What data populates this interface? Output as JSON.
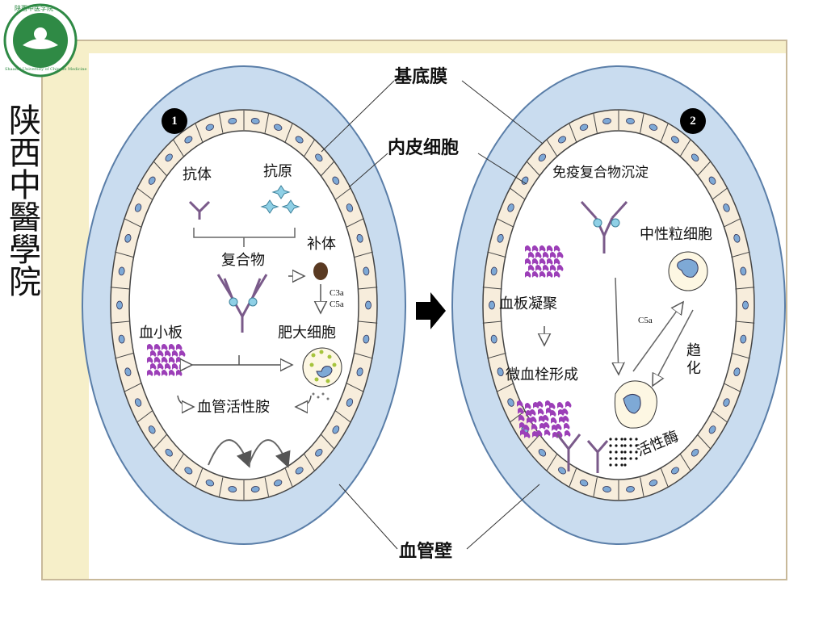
{
  "school": {
    "name": "陕西中醫學院",
    "logo_text": "陕西中医学院",
    "logo_text_en": "Shaanxi University of Chinese Medicine"
  },
  "labels": {
    "basement_membrane": "基底膜",
    "endothelial_cell": "内皮细胞",
    "vessel_wall": "血管壁"
  },
  "panel1": {
    "badge": "1",
    "antibody": "抗体",
    "antigen": "抗原",
    "complex": "复合物",
    "complement": "补体",
    "c3a_c5a": "C3a\nC5a",
    "platelet": "血小板",
    "mast_cell": "肥大细胞",
    "vasoactive_amine": "血管活性胺"
  },
  "panel2": {
    "badge": "2",
    "immune_deposit": "免疫复合物沉淀",
    "neutrophil": "中性粒细胞",
    "platelet_aggregation": "血板凝聚",
    "c5a": "C5a",
    "chemotaxis": "趋化",
    "microthrombus": "微血栓形成",
    "active_enzyme": "活性酶"
  },
  "colors": {
    "vessel_wall": "#c9dcef",
    "vessel_edge": "#5a7ea8",
    "lumen": "#ffffff",
    "endothelium": "#f7eddc",
    "nucleus": "#7ea9d6",
    "antibody": "#7a5a8a",
    "antigen": "#8fd0e6",
    "platelet": "#9c3fb8",
    "mast_granule": "#a6c43c",
    "logo_green": "#2f8a45",
    "frame": "#c8b99a"
  }
}
